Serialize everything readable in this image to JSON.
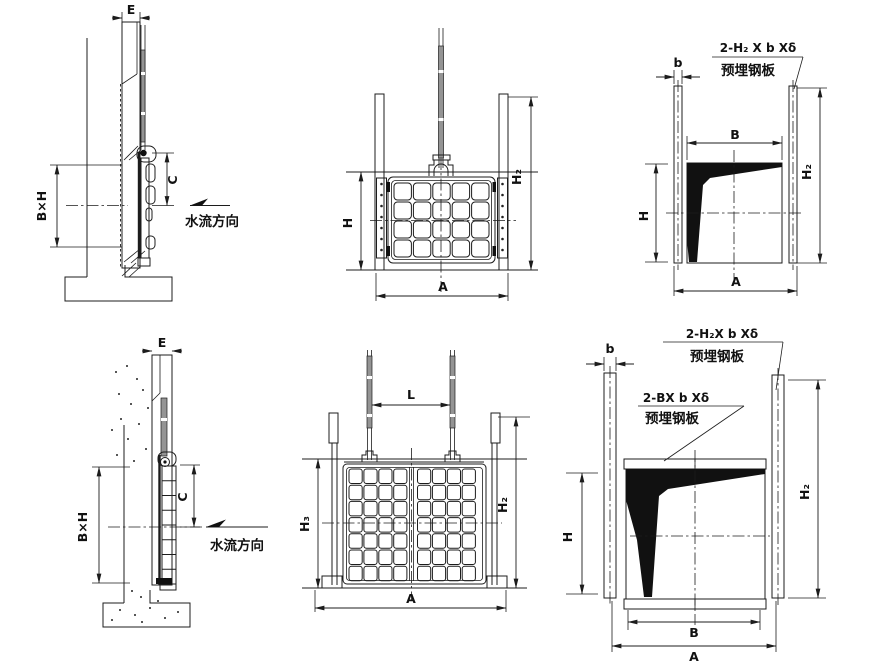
{
  "drawing": {
    "kind": "sluice-gate-installation-diagram",
    "colors": {
      "line": "#1c1c1c",
      "solid_fill": "#111111",
      "stem_gray": "#949494",
      "background": "#ffffff"
    }
  },
  "views": {
    "side_single": {
      "e": "E",
      "bxh": "B×H",
      "c": "C",
      "flow": "水流方向"
    },
    "front_single": {
      "h": "H",
      "h2": "H₂",
      "a": "A"
    },
    "embed_single": {
      "b": "b",
      "note": "2-H₂ X b Xδ",
      "note_sub": "预埋钢板",
      "cap_b": "B",
      "h": "H",
      "h2": "H₂",
      "a": "A"
    },
    "side_double": {
      "e": "E",
      "bxh": "B×H",
      "c": "C",
      "flow": "水流方向"
    },
    "front_double": {
      "l": "L",
      "h3": "H₃",
      "h2": "H₂",
      "a": "A"
    },
    "embed_double": {
      "b": "b",
      "note1": "2-H₂X b Xδ",
      "note1_sub": "预埋钢板",
      "note2": "2-BX b Xδ",
      "note2_sub": "预埋钢板",
      "h": "H",
      "h2": "H₂",
      "cap_b": "B",
      "a": "A"
    }
  }
}
